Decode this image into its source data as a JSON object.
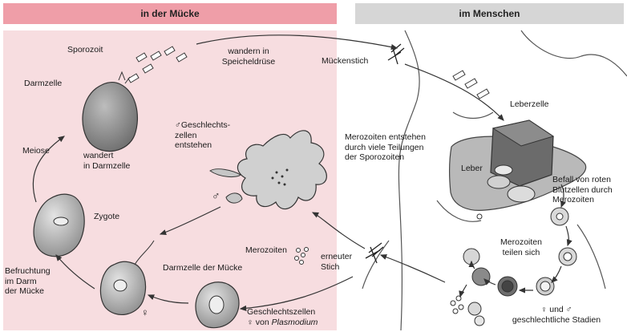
{
  "headers": {
    "left": "in der Mücke",
    "right": "im Menschen"
  },
  "labels": {
    "sporozoit": "Sporozoit",
    "darmzelle": "Darmzelle",
    "wandern_speicheldruese": "wandern in\nSpeicheldrüse",
    "mueckenstich": "Mückenstich",
    "leberzelle": "Leberzelle",
    "geschlechtszellen_entstehen": "♂Geschlechts-\nzellen\nentstehen",
    "meiose": "Meiose",
    "wandert_darmzelle": "wandert\nin Darmzelle",
    "merozoiten_entstehen": "Merozoiten entstehen\ndurch viele Teilungen\nder Sporozoiten",
    "leber": "Leber",
    "befall_blutzellen": "Befall von roten\nBlutzellen durch\nMerozoiten",
    "male_symbol": "♂",
    "zygote": "Zygote",
    "merozoiten": "Merozoiten",
    "erneuter_stich": "erneuter\nStich",
    "merozoiten_teilen": "Merozoiten\nteilen sich",
    "befruchtung": "Befruchtung\nim Darm\nder Mücke",
    "darmzelle_muecke": "Darmzelle der Mücke",
    "female_symbol": "♀",
    "geschlechtszellen_line1": "Geschlechtszellen",
    "geschlechtszellen_line2_prefix": "♀ von ",
    "plasmodium": "Plasmodium",
    "stadien": "♀ und ♂\ngeschlechtliche Stadien"
  },
  "colors": {
    "mosquito_panel": "#f7dde0",
    "header_mosquito": "#ef9ea8",
    "header_human": "#d6d6d6",
    "cell_gray": "#9a9a9a",
    "cell_light": "#cfcfcf",
    "nucleus": "#e6e6e6",
    "red_cell_edge": "#8a3a2e",
    "outline": "#3a3a3a"
  }
}
